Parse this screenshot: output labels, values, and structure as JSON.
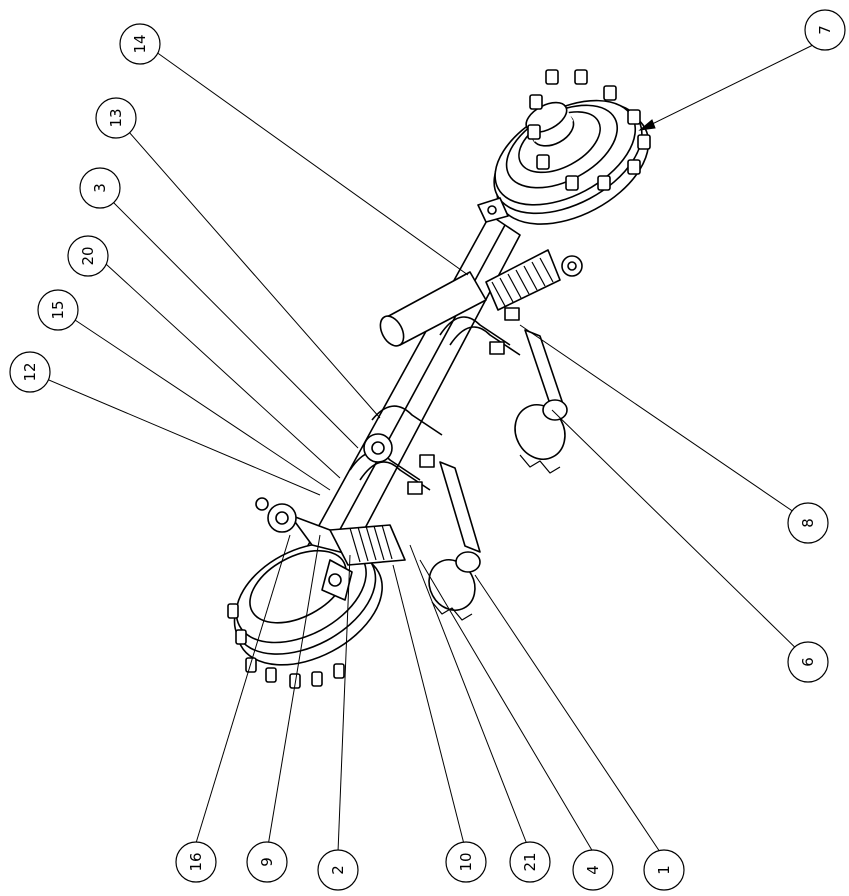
{
  "balloons": [
    {
      "id": "b7",
      "label": "7"
    },
    {
      "id": "b14",
      "label": "14"
    },
    {
      "id": "b13",
      "label": "13"
    },
    {
      "id": "b3",
      "label": "3"
    },
    {
      "id": "b20",
      "label": "20"
    },
    {
      "id": "b15",
      "label": "15"
    },
    {
      "id": "b12",
      "label": "12"
    },
    {
      "id": "b8",
      "label": "8"
    },
    {
      "id": "b6",
      "label": "6"
    },
    {
      "id": "b16",
      "label": "16"
    },
    {
      "id": "b9",
      "label": "9"
    },
    {
      "id": "b2",
      "label": "2"
    },
    {
      "id": "b10",
      "label": "10"
    },
    {
      "id": "b21",
      "label": "21"
    },
    {
      "id": "b4",
      "label": "4"
    },
    {
      "id": "b1",
      "label": "1"
    }
  ]
}
